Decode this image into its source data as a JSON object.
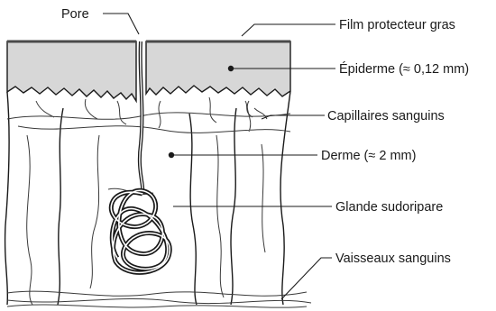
{
  "diagram": {
    "labels": {
      "pore": "Pore",
      "film": "Film protecteur gras",
      "epidermis": "Épiderme (≈ 0,12 mm)",
      "capillaries": "Capillaires sanguins",
      "dermis": "Derme (≈ 2 mm)",
      "gland": "Glande sudoripare",
      "vessels": "Vaisseaux sanguins"
    },
    "colors": {
      "epidermis_fill": "#d7d7d7",
      "film_line": "#4a4a4a",
      "ink": "#1a1a1a"
    }
  }
}
